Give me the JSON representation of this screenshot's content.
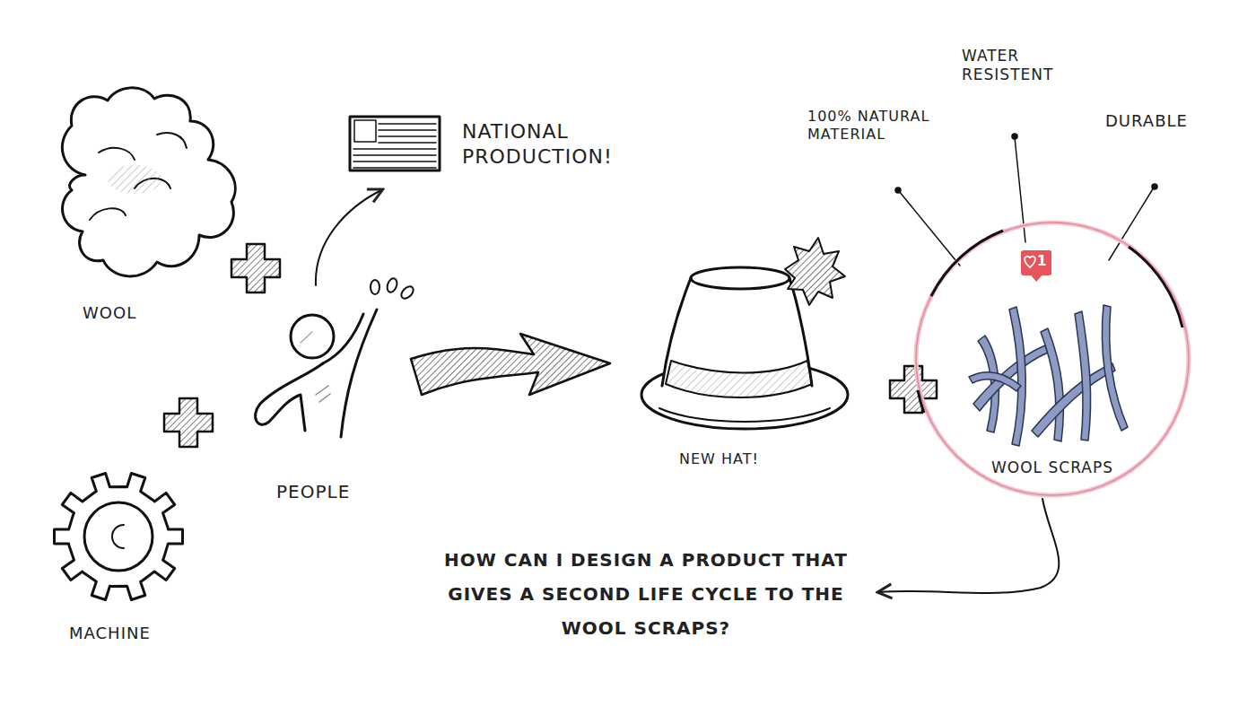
{
  "diagram": {
    "nodes": [
      {
        "text": [
          "WOOL SCRAPS"
        ]
      },
      {
        "text": [
          "1"
        ],
        "in": 0
      }
    ],
    "labels": [
      "WOOL",
      "MACHINE",
      "PEOPLE",
      "NATIONAL PRODUCTION!",
      "NEW HAT!",
      "100% NATURAL MATERIAL",
      "WATER RESISTENT",
      "DURABLE",
      "HOW CAN I DESIGN A PRODUCT THAT GIVES A SECOND LIFE CYCLE TO THE WOOL SCRAPS?"
    ]
  }
}
